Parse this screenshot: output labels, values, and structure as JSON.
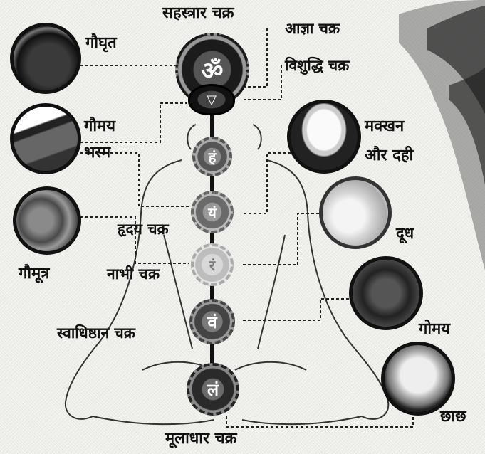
{
  "chakras": {
    "sahasrara": "सहस्त्रार चक्र",
    "ajna": "आज्ञा चक्र",
    "vishuddhi": "विशुद्धि चक्र",
    "hridaya": "हृदय चक्र",
    "nabhi": "नाभी चक्र",
    "swadhishthan": "स्वाधिष्ठान चक्र",
    "muladhar": "मूलाधार चक्र"
  },
  "products": {
    "ghrit": "गौघृत",
    "gaumay": "गौमय",
    "bhasm": "भस्म",
    "gaumutra": "गौमूत्र",
    "makkhan": "मक्खन",
    "aur_dahi": "और दही",
    "doodh": "दूध",
    "gomay": "गोमय",
    "chhach": "छाछ"
  },
  "symbols": {
    "om": "ॐ",
    "ham": "हं",
    "yam": "यं",
    "ram": "रं",
    "vam": "वं",
    "lam": "लं"
  },
  "colors": {
    "line": "#222222",
    "chakra_dark": "#3a3a3a",
    "background": "#f3f3ef"
  }
}
